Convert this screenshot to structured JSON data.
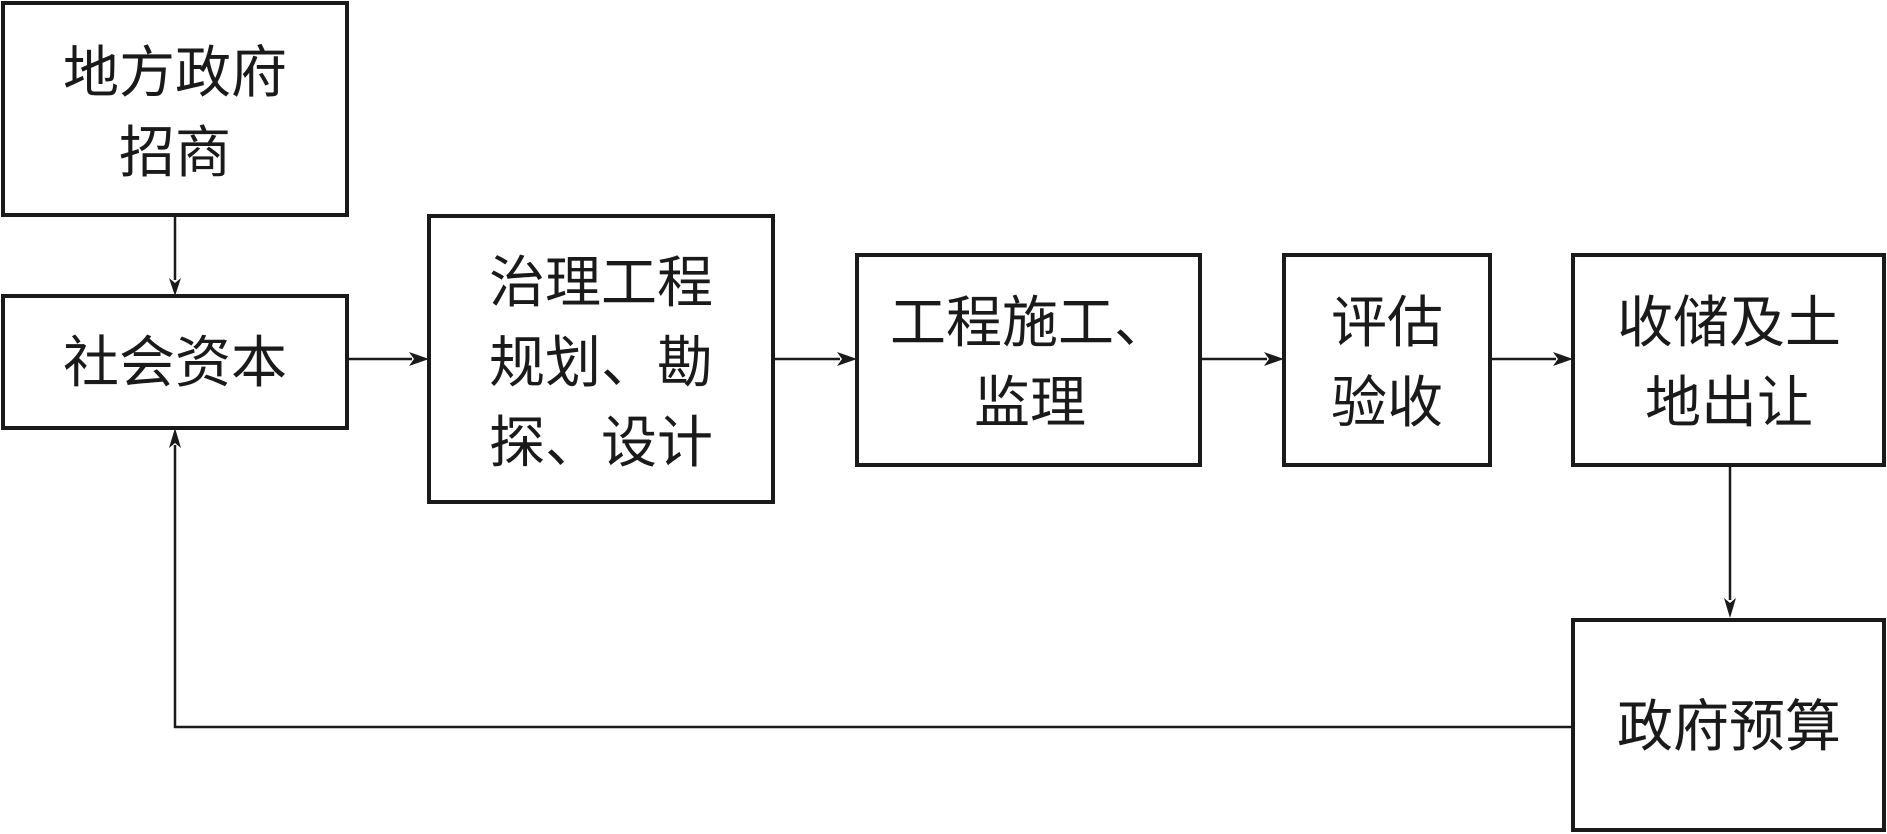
{
  "diagram": {
    "nodes": {
      "local_gov": {
        "lines": [
          "地方政府",
          "招商"
        ]
      },
      "social_capital": {
        "lines": [
          "社会资本"
        ]
      },
      "planning": {
        "lines": [
          "治理工程",
          "规划、勘",
          "探、设计"
        ]
      },
      "construction": {
        "lines": [
          "工程施工、",
          "监理"
        ]
      },
      "evaluation": {
        "lines": [
          "评估",
          "验收"
        ]
      },
      "land_transfer": {
        "lines": [
          "收储及土",
          "地出让"
        ]
      },
      "gov_budget": {
        "lines": [
          "政府预算"
        ]
      }
    },
    "edges": [
      {
        "from": "local_gov",
        "to": "social_capital"
      },
      {
        "from": "social_capital",
        "to": "planning"
      },
      {
        "from": "planning",
        "to": "construction"
      },
      {
        "from": "construction",
        "to": "evaluation"
      },
      {
        "from": "evaluation",
        "to": "land_transfer"
      },
      {
        "from": "land_transfer",
        "to": "gov_budget"
      },
      {
        "from": "gov_budget",
        "to": "social_capital"
      }
    ]
  }
}
